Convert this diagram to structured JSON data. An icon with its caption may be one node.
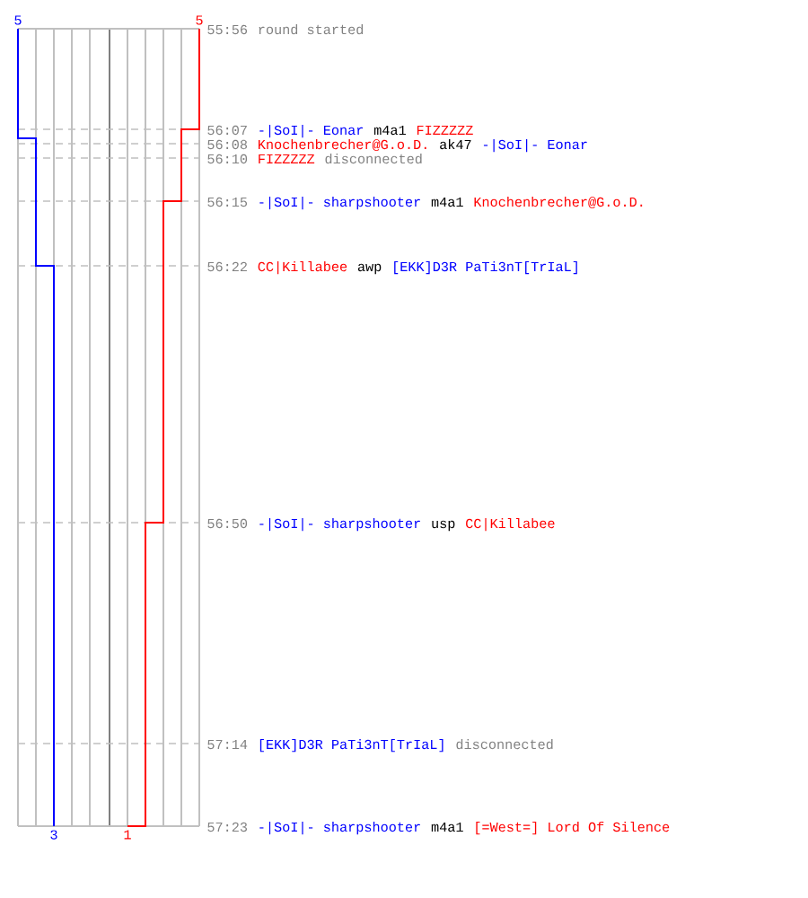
{
  "diagram": {
    "labels": [
      "5",
      "5",
      "55:56",
      "round started",
      "56:07",
      "-|SoI|- Eonar",
      "m4a1",
      "FIZZZZZ",
      "56:08",
      "Knochenbrecher@G.o.D.",
      "ak47",
      "-|SoI|- Eonar",
      "56:10",
      "FIZZZZZ",
      "disconnected",
      "56:15",
      "-|SoI|- sharpshooter",
      "m4a1",
      "Knochenbrecher@G.o.D.",
      "56:22",
      "CC|Killabee",
      "awp",
      "[EKK]D3R PaTi3nT[TrIaL]",
      "56:50",
      "-|SoI|- sharpshooter",
      "usp",
      "CC|Killabee",
      "57:14",
      "[EKK]D3R PaTi3nT[TrIaL]",
      "disconnected",
      "57:23",
      "-|SoI|- sharpshooter",
      "m4a1",
      "[=West=] Lord Of Silence",
      "3",
      "1"
    ]
  }
}
